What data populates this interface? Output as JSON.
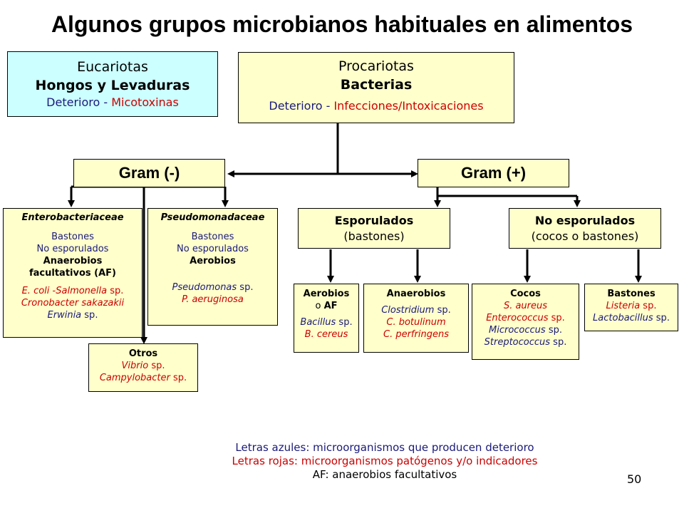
{
  "title": "Algunos grupos microbianos habituales en alimentos",
  "eucariotas": {
    "heading": "Eucariotas",
    "group": "Hongos y Levaduras",
    "effect_label": "Deterioro -",
    "effect_value": "Micotoxinas"
  },
  "procariotas": {
    "heading": "Procariotas",
    "group": "Bacterias",
    "effect_label": "Deterioro -",
    "effect_value": "Infecciones/Intoxicaciones"
  },
  "gram_neg": {
    "label": "Gram (-)"
  },
  "gram_pos": {
    "label": "Gram (+)"
  },
  "entero": {
    "name": "Enterobacteriaceae",
    "l1": "Bastones",
    "l2": "No esporulados",
    "l3": "Anaerobios",
    "l4": "facultativos (AF)",
    "ex1a": "E. coli",
    "ex1b": " -",
    "ex1c": "Salmonella",
    "ex1d": " sp.",
    "ex2": "Cronobacter sakazakii",
    "ex3a": "Erwinia",
    "ex3b": " sp."
  },
  "pseudo": {
    "name": "Pseudomonadaceae",
    "l1": "Bastones",
    "l2": "No esporulados",
    "l3": "Aerobios",
    "ex1a": "Pseudomonas",
    "ex1b": " sp.",
    "ex2": "P. aeruginosa"
  },
  "otros": {
    "name": "Otros",
    "ex1a": "Vibrio",
    "ex1b": " sp.",
    "ex2a": "Campylobacter",
    "ex2b": " sp."
  },
  "esporulados": {
    "name": "Esporulados",
    "sub": "(bastones)"
  },
  "no_esporulados": {
    "name": "No esporulados",
    "sub": "(cocos o bastones)"
  },
  "aerobios": {
    "name1": "Aerobios",
    "name2a": "o ",
    "name2b": "AF",
    "ex1a": "Bacillus",
    "ex1b": " sp.",
    "ex2": "B. cereus"
  },
  "anaerobios": {
    "name": "Anaerobios",
    "ex1a": "Clostridium",
    "ex1b": " sp.",
    "ex2": "C. botulinum",
    "ex3": "C. perfringens"
  },
  "cocos": {
    "name": "Cocos",
    "ex1": "S. aureus",
    "ex2a": "Enterococcus",
    "ex2b": " sp.",
    "ex3a": "Micrococcus",
    "ex3b": " sp.",
    "ex4a": "Streptococcus",
    "ex4b": " sp."
  },
  "bastones": {
    "name": "Bastones",
    "ex1a": "Listeria",
    "ex1b": " sp.",
    "ex2a": "Lactobacillus",
    "ex2b": " sp."
  },
  "legend": {
    "blue": "Letras azules: microorganismos que producen deterioro",
    "red": "Letras rojas: microorganismos patógenos y/o indicadores",
    "af": "AF: anaerobios facultativos"
  },
  "page_number": "50",
  "colors": {
    "blue_text": "#1a1a7a",
    "red_text": "#cc0000",
    "box_fill": "#ffffcc",
    "euk_fill": "#ccffff"
  }
}
